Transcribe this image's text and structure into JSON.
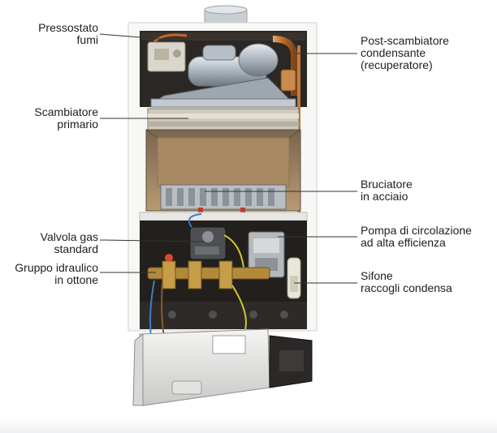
{
  "labels": {
    "pressostato": [
      "Pressostato",
      "fumi"
    ],
    "post_scambiatore": [
      "Post-scambiatore",
      "condensante",
      "(recuperatore)"
    ],
    "scambiatore": [
      "Scambiatore",
      "primario"
    ],
    "bruciatore": [
      "Bruciatore",
      "in acciaio"
    ],
    "valvola": [
      "Valvola gas",
      "standard"
    ],
    "pompa": [
      "Pompa di circolazione",
      "ad alta efficienza"
    ],
    "gruppo": [
      "Gruppo idraulico",
      "in ottone"
    ],
    "sifone": [
      "Sifone",
      "raccogli condensa"
    ]
  }
}
